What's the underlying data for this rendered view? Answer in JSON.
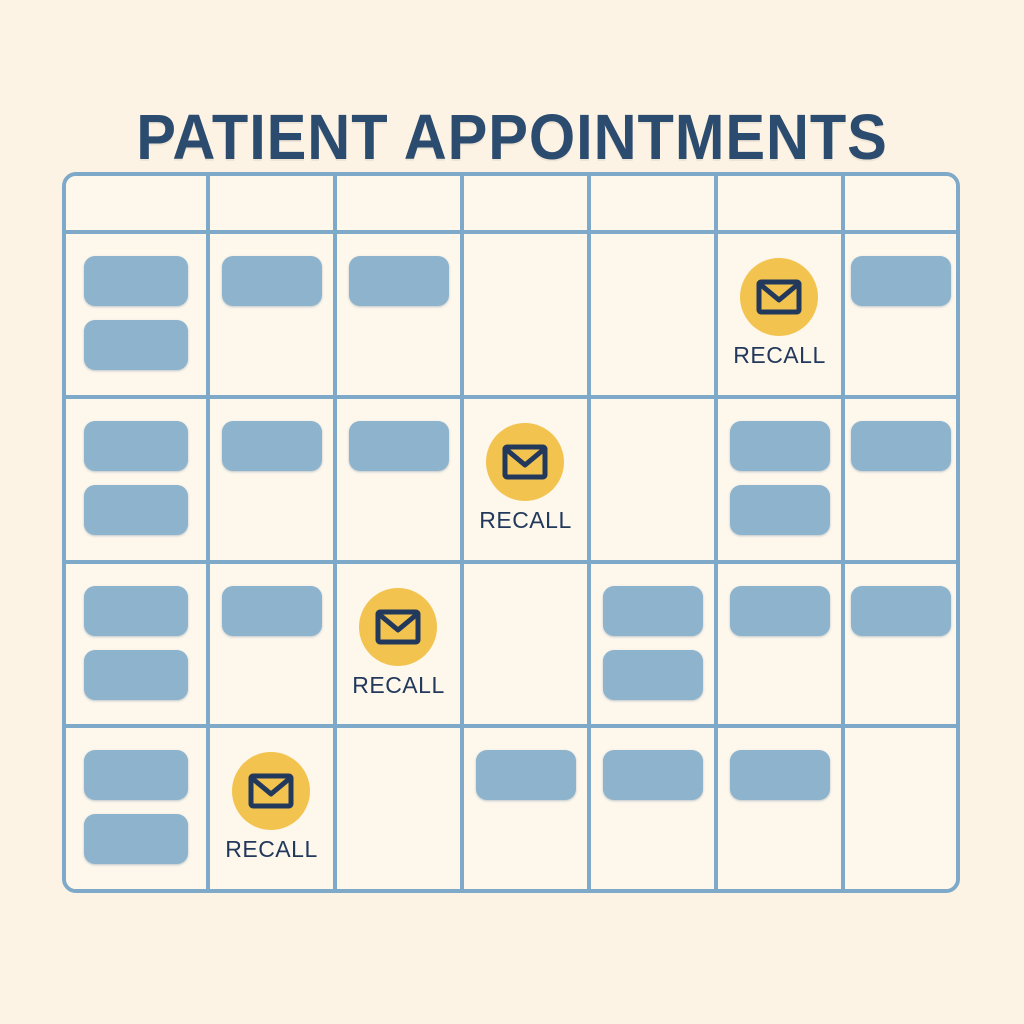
{
  "page": {
    "title": "PATIENT APPOINTMENTS",
    "background_color": "#FDF3E4"
  },
  "colors": {
    "title_navy": "#2B4C6F",
    "grid_line_blue": "#7EA9C9",
    "cell_background": "#FDF7EC",
    "appointment_block_blue": "#8DB3CD",
    "recall_circle_yellow": "#F3C34F",
    "recall_text_navy": "#22395C"
  },
  "calendar": {
    "columns": 7,
    "header_row": {
      "labels": [
        "",
        "",
        "",
        "",
        "",
        "",
        ""
      ]
    },
    "recall_label": "RECALL",
    "recall_icon": "envelope-icon",
    "rows": [
      {
        "row_index": 1,
        "cells": [
          {
            "column": 1,
            "appointments": 2,
            "recall": false
          },
          {
            "column": 2,
            "appointments": 1,
            "recall": false
          },
          {
            "column": 3,
            "appointments": 1,
            "recall": false
          },
          {
            "column": 4,
            "appointments": 0,
            "recall": false
          },
          {
            "column": 5,
            "appointments": 0,
            "recall": false
          },
          {
            "column": 6,
            "appointments": 0,
            "recall": true
          },
          {
            "column": 7,
            "appointments": 1,
            "recall": false
          }
        ]
      },
      {
        "row_index": 2,
        "cells": [
          {
            "column": 1,
            "appointments": 2,
            "recall": false
          },
          {
            "column": 2,
            "appointments": 1,
            "recall": false
          },
          {
            "column": 3,
            "appointments": 1,
            "recall": false
          },
          {
            "column": 4,
            "appointments": 0,
            "recall": true
          },
          {
            "column": 5,
            "appointments": 0,
            "recall": false
          },
          {
            "column": 6,
            "appointments": 2,
            "recall": false
          },
          {
            "column": 7,
            "appointments": 1,
            "recall": false
          }
        ]
      },
      {
        "row_index": 3,
        "cells": [
          {
            "column": 1,
            "appointments": 2,
            "recall": false
          },
          {
            "column": 2,
            "appointments": 1,
            "recall": false
          },
          {
            "column": 3,
            "appointments": 0,
            "recall": true
          },
          {
            "column": 4,
            "appointments": 0,
            "recall": false
          },
          {
            "column": 5,
            "appointments": 2,
            "recall": false
          },
          {
            "column": 6,
            "appointments": 1,
            "recall": false
          },
          {
            "column": 7,
            "appointments": 1,
            "recall": false
          }
        ]
      },
      {
        "row_index": 4,
        "cells": [
          {
            "column": 1,
            "appointments": 2,
            "recall": false
          },
          {
            "column": 2,
            "appointments": 0,
            "recall": true
          },
          {
            "column": 3,
            "appointments": 0,
            "recall": false
          },
          {
            "column": 4,
            "appointments": 1,
            "recall": false
          },
          {
            "column": 5,
            "appointments": 1,
            "recall": false
          },
          {
            "column": 6,
            "appointments": 1,
            "recall": false
          },
          {
            "column": 7,
            "appointments": 0,
            "recall": false
          }
        ]
      }
    ]
  }
}
